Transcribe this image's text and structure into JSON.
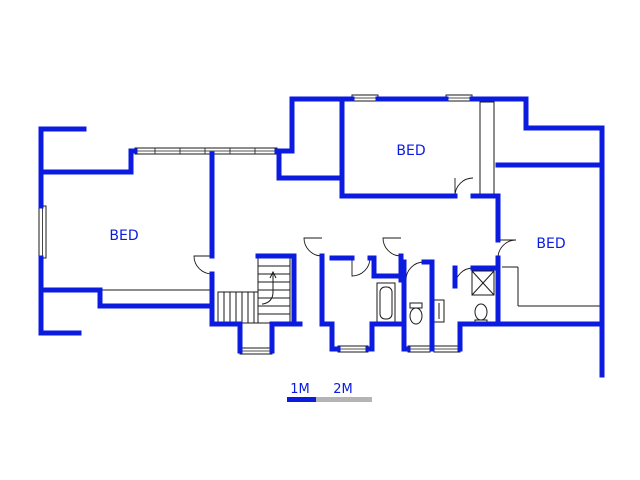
{
  "rooms": [
    {
      "id": "bed-1",
      "label": "BED"
    },
    {
      "id": "bed-2",
      "label": "BED"
    },
    {
      "id": "bed-3",
      "label": "BED"
    }
  ],
  "scale": {
    "mark_1": "1M",
    "mark_2": "2M"
  },
  "colors": {
    "wall": "#0b1be0",
    "scale_dark": "#0b1be0",
    "scale_light": "#b4b4b4",
    "line": "#1a1a1a"
  }
}
